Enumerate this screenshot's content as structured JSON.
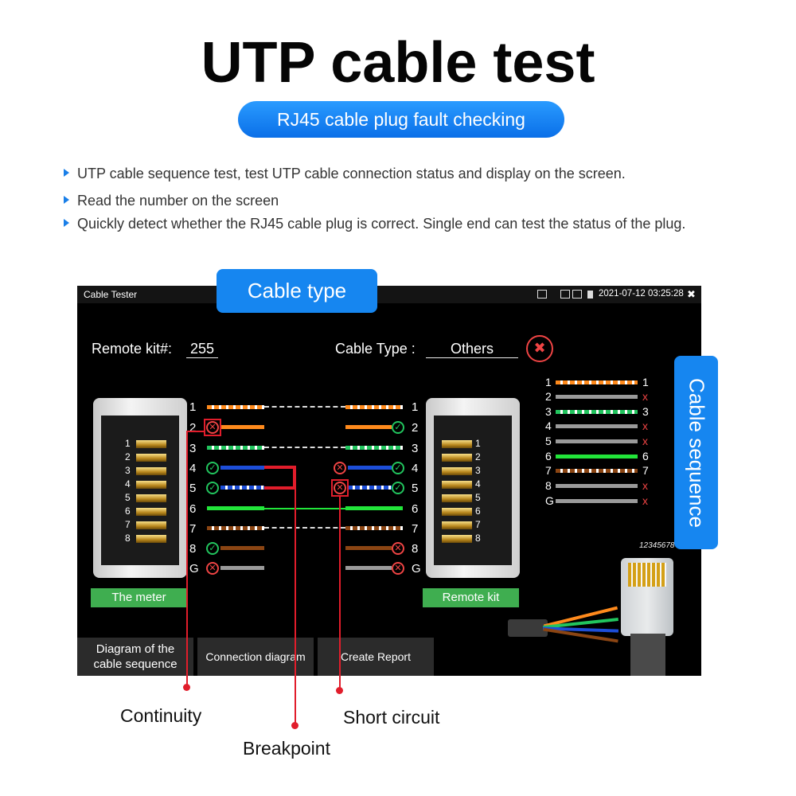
{
  "title": "UTP cable test",
  "subtitle": "RJ45 cable plug fault checking",
  "bullets": [
    "UTP cable sequence test, test UTP cable connection status and display on the screen.",
    "Read the number on the screen",
    "Quickly detect whether the RJ45 cable plug is correct. Single end can test the status of the plug."
  ],
  "screen": {
    "app_title": "Cable Tester",
    "datetime": "2021-07-12 03:25:28",
    "close_glyph": "✖",
    "remote_kit_label": "Remote kit#:",
    "remote_kit_value": "255",
    "cable_type_label": "Cable Type :",
    "cable_type_value": "Others",
    "fail_glyph": "✖",
    "pins_left": [
      "1",
      "2",
      "3",
      "4",
      "5",
      "6",
      "7",
      "8",
      "G"
    ],
    "pins_right": [
      "1",
      "2",
      "3",
      "4",
      "5",
      "6",
      "7",
      "8",
      "G"
    ],
    "plug_pins": [
      "1",
      "2",
      "3",
      "4",
      "5",
      "6",
      "7",
      "8"
    ],
    "meter_label": "The meter",
    "remote_label": "Remote kit",
    "buttons": {
      "diagram_line1": "Diagram of the",
      "diagram_line2": "cable sequence",
      "connection": "Connection diagram",
      "report": "Create Report"
    },
    "sequence": {
      "left": [
        "1",
        "2",
        "3",
        "4",
        "5",
        "6",
        "7",
        "8",
        "G"
      ],
      "right": [
        "1",
        "x",
        "3",
        "x",
        "x",
        "6",
        "7",
        "x",
        "x"
      ]
    },
    "plug_code": "12345678",
    "ok_glyph": "✓",
    "bad_glyph": "✕"
  },
  "callouts": {
    "cable_type": "Cable type",
    "cable_sequence": "Cable sequence"
  },
  "annotations": {
    "continuity": "Continuity",
    "breakpoint": "Breakpoint",
    "short_circuit": "Short circuit"
  },
  "colors": {
    "accent": "#1686f0",
    "ok": "#22c55e",
    "fault": "#ef4444",
    "marker": "#e11d2b"
  }
}
